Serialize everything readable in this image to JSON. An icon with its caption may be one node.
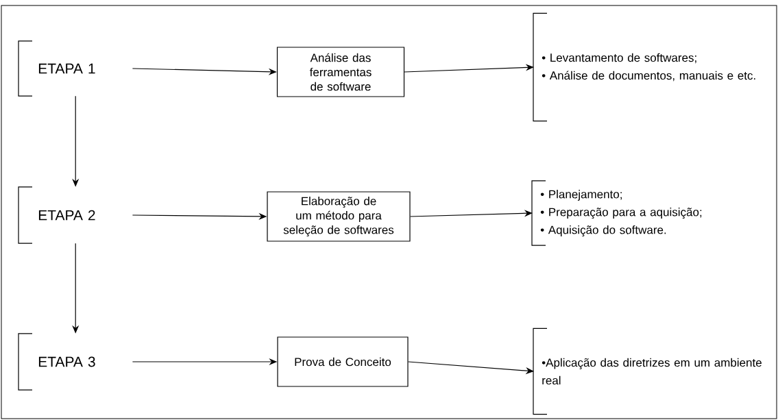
{
  "diagram": {
    "nodes": [
      {
        "text": [
          "ETAPA 1"
        ]
      },
      {
        "text": [
          "Análise das ferramentas de software"
        ]
      },
      {
        "text": [
          "• Levantamento de softwares;",
          "• Análise de documentos, manuais e etc."
        ]
      },
      {
        "text": [
          "ETAPA 2"
        ]
      },
      {
        "text": [
          "Elaboração de um método para seleção de softwares"
        ]
      },
      {
        "text": [
          "• Planejamento;",
          "• Preparação para a aquisição;",
          "• Aquisição do software."
        ]
      },
      {
        "text": [
          "ETAPA 3"
        ]
      },
      {
        "text": [
          "Prova de Conceito"
        ]
      },
      {
        "text": [
          "•Aplicação das diretrizes em um ambiente real"
        ]
      }
    ],
    "edges": [
      {
        "from": 0,
        "to": 1,
        "arrow": "to"
      },
      {
        "from": 1,
        "to": 2,
        "arrow": "to"
      },
      {
        "from": 0,
        "to": 3,
        "arrow": "to"
      },
      {
        "from": 3,
        "to": 4,
        "arrow": "to"
      },
      {
        "from": 4,
        "to": 5,
        "arrow": "to"
      },
      {
        "from": 3,
        "to": 6,
        "arrow": "to"
      },
      {
        "from": 6,
        "to": 7,
        "arrow": "to"
      },
      {
        "from": 7,
        "to": 8,
        "arrow": "to"
      }
    ]
  }
}
